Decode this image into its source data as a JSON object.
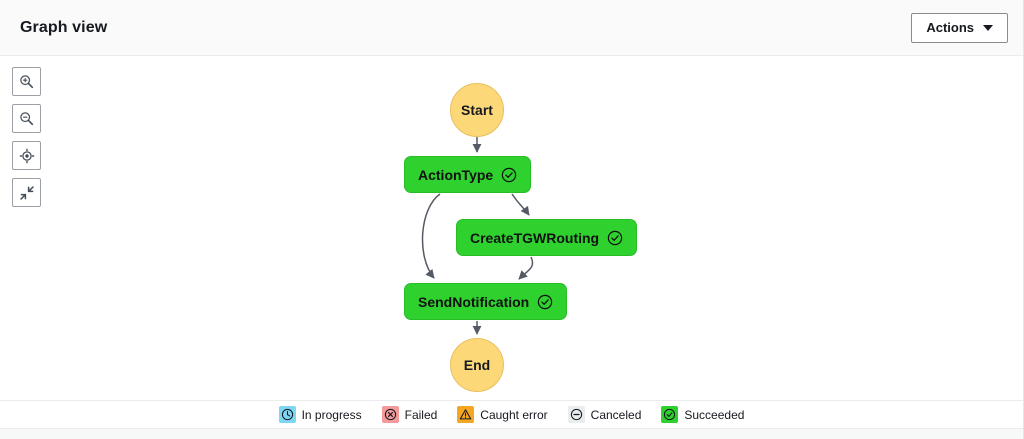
{
  "header": {
    "title": "Graph view",
    "actions_button": {
      "label": "Actions",
      "caret_icon": "chevron-down-icon"
    }
  },
  "toolbar": {
    "buttons": [
      {
        "name": "zoom-in-button",
        "icon": "zoom-in-icon",
        "tooltip": "Zoom in"
      },
      {
        "name": "zoom-out-button",
        "icon": "zoom-out-icon",
        "tooltip": "Zoom out"
      },
      {
        "name": "center-graph-button",
        "icon": "target-center-icon",
        "tooltip": "Center graph"
      },
      {
        "name": "fullscreen-button",
        "icon": "fullscreen-expand-icon",
        "tooltip": "Full screen"
      }
    ]
  },
  "graph": {
    "nodes": [
      {
        "id": "start",
        "label": "Start",
        "shape": "circle",
        "status": "terminal",
        "color": "#fcd879"
      },
      {
        "id": "actiontype",
        "label": "ActionType",
        "shape": "rounded-rect",
        "status": "Succeeded",
        "color": "#2ed12e",
        "status_icon": "check-circle-icon"
      },
      {
        "id": "createtgwrouting",
        "label": "CreateTGWRouting",
        "shape": "rounded-rect",
        "status": "Succeeded",
        "color": "#2ed12e",
        "status_icon": "check-circle-icon"
      },
      {
        "id": "sendnotification",
        "label": "SendNotification",
        "shape": "rounded-rect",
        "status": "Succeeded",
        "color": "#2ed12e",
        "status_icon": "check-circle-icon"
      },
      {
        "id": "end",
        "label": "End",
        "shape": "circle",
        "status": "terminal",
        "color": "#fcd879"
      }
    ],
    "edges": [
      {
        "from": "start",
        "to": "actiontype"
      },
      {
        "from": "actiontype",
        "to": "createtgwrouting"
      },
      {
        "from": "actiontype",
        "to": "sendnotification"
      },
      {
        "from": "createtgwrouting",
        "to": "sendnotification"
      },
      {
        "from": "sendnotification",
        "to": "end"
      }
    ],
    "edge_color": "#545b64"
  },
  "legend": {
    "items": [
      {
        "label": "In progress",
        "swatch_color": "#7fd6f2",
        "icon": "clock-icon",
        "icon_color": "#16191f"
      },
      {
        "label": "Failed",
        "swatch_color": "#f59a9a",
        "icon": "x-circle-icon",
        "icon_color": "#16191f"
      },
      {
        "label": "Caught error",
        "swatch_color": "#f5a623",
        "icon": "warning-triangle-icon",
        "icon_color": "#16191f"
      },
      {
        "label": "Canceled",
        "swatch_color": "#eaeded",
        "icon": "minus-circle-icon",
        "icon_color": "#16191f"
      },
      {
        "label": "Succeeded",
        "swatch_color": "#2ed12e",
        "icon": "check-circle-icon",
        "icon_color": "#16191f"
      }
    ]
  }
}
